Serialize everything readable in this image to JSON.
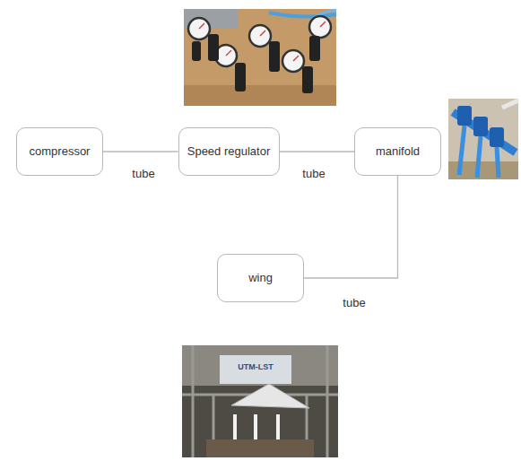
{
  "diagram": {
    "nodes": [
      {
        "text": [
          "compressor"
        ]
      },
      {
        "text": [
          "Speed regulator"
        ]
      },
      {
        "text": [
          "manifold"
        ]
      },
      {
        "text": [
          "wing"
        ]
      }
    ],
    "edges": [
      {
        "from": 0,
        "to": 1,
        "label": "tube",
        "arrow": "none"
      },
      {
        "from": 1,
        "to": 2,
        "label": "tube",
        "arrow": "none"
      },
      {
        "from": 2,
        "to": 3,
        "label": "tube",
        "arrow": "none"
      }
    ],
    "labels": [
      "UTM-LST"
    ]
  }
}
